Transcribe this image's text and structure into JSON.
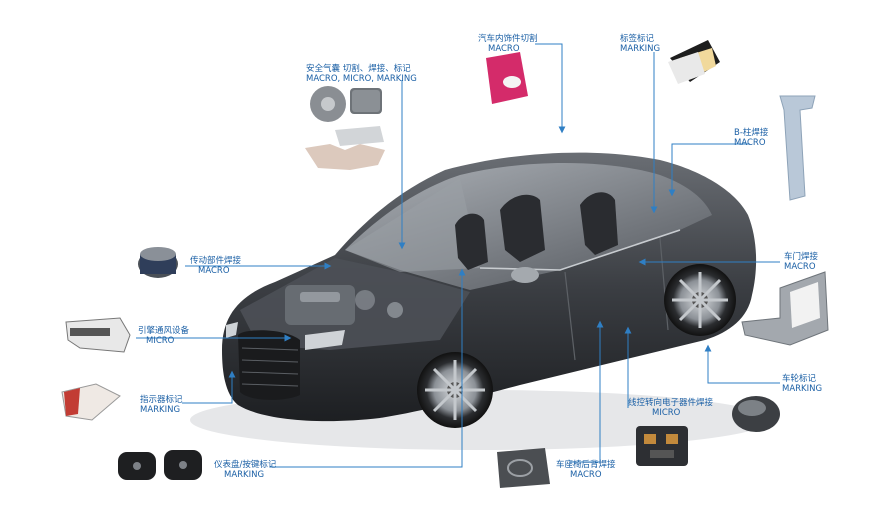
{
  "colors": {
    "leader_line": "#2f7fc4",
    "label_text": "#1a5fa5",
    "car_body": "#3a3d42",
    "car_glass": "#8d949b"
  },
  "callouts": [
    {
      "id": "airbag",
      "zh": "安全气囊 切割、焊接、标记",
      "en": "MACRO, MICRO, MARKING"
    },
    {
      "id": "interior",
      "zh": "汽车内饰件切割",
      "en": "MACRO"
    },
    {
      "id": "label",
      "zh": "标签标记",
      "en": "MARKING"
    },
    {
      "id": "bpillar",
      "zh": "B-柱焊接",
      "en": "MACRO"
    },
    {
      "id": "transmission",
      "zh": "传动部件焊接",
      "en": "MACRO"
    },
    {
      "id": "door",
      "zh": "车门焊接",
      "en": "MACRO"
    },
    {
      "id": "engine_vent",
      "zh": "引擎通风设备",
      "en": "MICRO"
    },
    {
      "id": "wheel",
      "zh": "车轮标记",
      "en": "MARKING"
    },
    {
      "id": "indicator",
      "zh": "指示器标记",
      "en": "MARKING"
    },
    {
      "id": "steering",
      "zh": "线控转向电子器件焊接",
      "en": "MICRO"
    },
    {
      "id": "dashboard",
      "zh": "仪表盘/按键标记",
      "en": "MARKING"
    },
    {
      "id": "seat",
      "zh": "车座椅后背焊接",
      "en": "MACRO"
    }
  ]
}
